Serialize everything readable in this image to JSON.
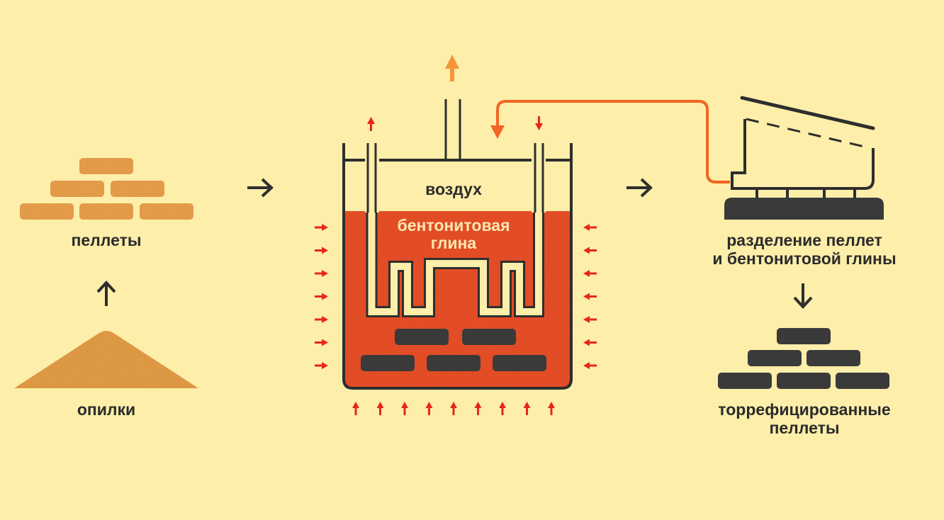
{
  "diagram": {
    "title": "Torrefaction of pellets in bentonite clay",
    "colors": {
      "background": "#fdeeaa",
      "clay": "#f0522c",
      "raw_pellet": "#f0a550",
      "torrefied_pellet": "#3a3a3a",
      "outline": "#2e2e2e",
      "heat_arrow": "#e8261a",
      "recycle_line": "#f26522",
      "exhaust_arrow": "#f5963a"
    },
    "nodes": {
      "sawdust": {
        "label": "опилки",
        "icon": "sawdust-pile-icon"
      },
      "raw_pellets": {
        "label": "пеллеты",
        "icon": "brick-pyramid-icon",
        "count": 6
      },
      "reactor": {
        "air_label": "воздух",
        "clay_label_line1": "бентонитовая",
        "clay_label_line2": "глина",
        "pellets_inside": 5,
        "side_heat_arrows_per_side": 7,
        "bottom_heat_arrows": 9
      },
      "separator": {
        "label_line1": "разделение пеллет",
        "label_line2": "и бентонитовой глины",
        "icon": "vibrating-sieve-icon"
      },
      "torrefied_pellets": {
        "label_line1": "торрефицированные",
        "label_line2": "пеллеты",
        "icon": "brick-pyramid-icon",
        "count": 6
      }
    },
    "edges": [
      {
        "from": "sawdust",
        "to": "raw_pellets",
        "direction": "up"
      },
      {
        "from": "raw_pellets",
        "to": "reactor",
        "direction": "right"
      },
      {
        "from": "reactor",
        "to": "separator",
        "direction": "right"
      },
      {
        "from": "separator",
        "to": "reactor",
        "kind": "clay-recycle"
      },
      {
        "from": "separator",
        "to": "torrefied_pellets",
        "direction": "down"
      },
      {
        "from": "reactor",
        "to": "exhaust",
        "direction": "up"
      }
    ]
  }
}
